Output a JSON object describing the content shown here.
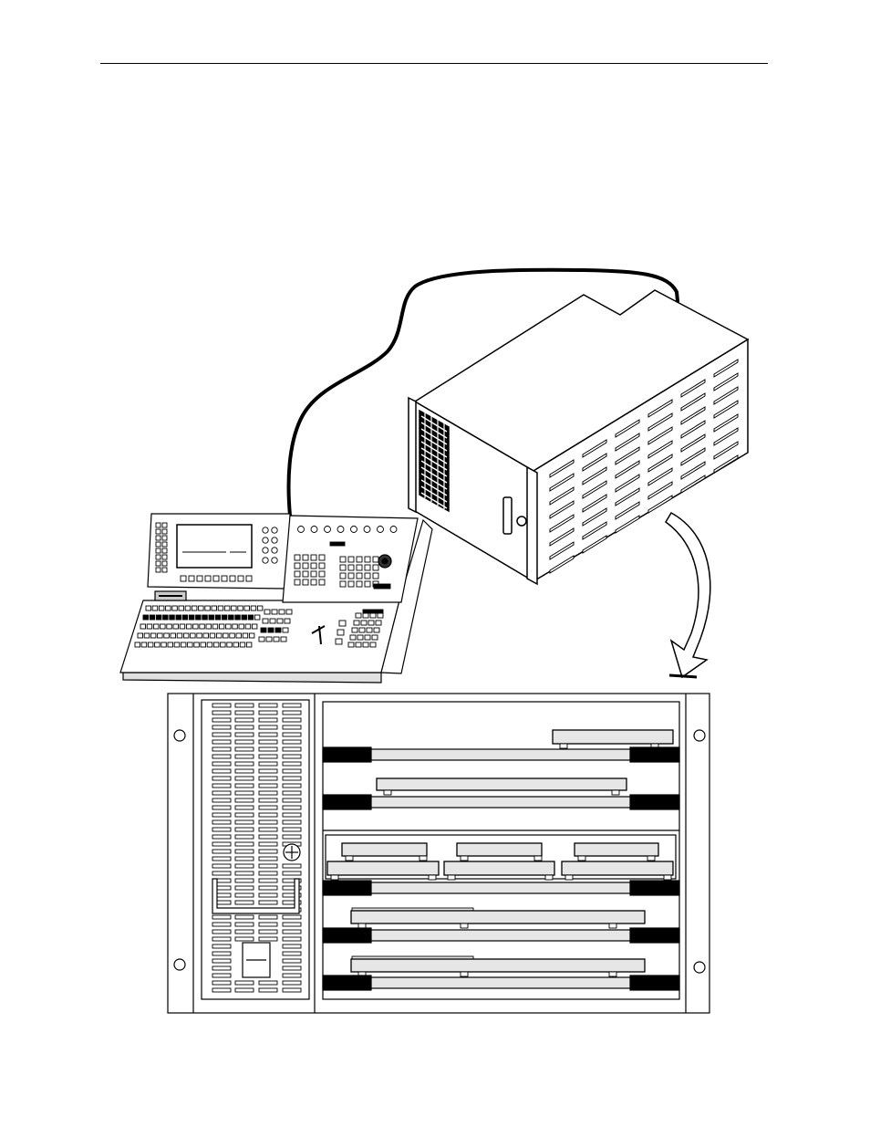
{
  "page": {
    "header_rule": true
  },
  "figure": {
    "items": [
      {
        "name": "control-panel-illustration"
      },
      {
        "name": "video-frame-chassis-illustration"
      },
      {
        "name": "interconnect-cable"
      },
      {
        "name": "callout-arrow"
      },
      {
        "name": "frame-front-view-door-removed"
      }
    ],
    "front_view": {
      "upper_card_rows": 2,
      "lower_card_rows": 3,
      "top_bay_modules": 3
    },
    "colors": {
      "ink": "#000000",
      "card_fill": "#e6e6e6",
      "connector_fill": "#000000",
      "paper": "#ffffff"
    }
  }
}
